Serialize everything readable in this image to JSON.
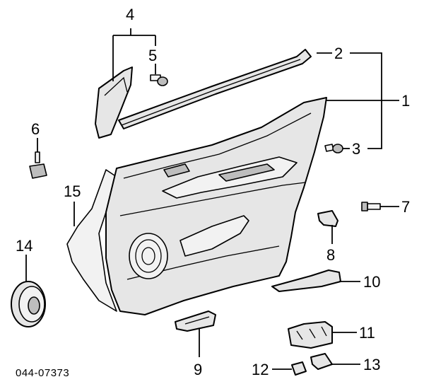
{
  "callouts": [
    "1",
    "2",
    "3",
    "4",
    "5",
    "6",
    "7",
    "8",
    "9",
    "10",
    "11",
    "12",
    "13",
    "14",
    "15"
  ],
  "diagram_code": "044-07373"
}
